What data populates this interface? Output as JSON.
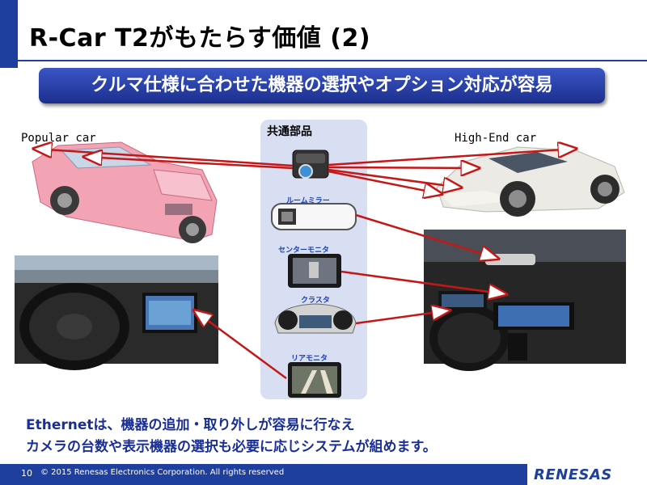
{
  "slide": {
    "title": "R-Car T2がもたらす価値 (2)",
    "banner": "クルマ仕様に合わせた機器の選択やオプション対応が容易",
    "labels": {
      "popular_car": "Popular car",
      "high_end_car": "High-End car",
      "common_parts": "共通部品"
    },
    "components": [
      {
        "label": ""
      },
      {
        "label": "ルームミラー"
      },
      {
        "label": "センターモニタ"
      },
      {
        "label": "クラスタ"
      },
      {
        "label": "リアモニタ"
      }
    ],
    "bottom_lines": [
      "Ethernetは、機器の追加・取り外しが容易に行なえ",
      "カメラの台数や表示機器の選択も必要に応じシステムが組めます。"
    ],
    "footer": {
      "page_number": "10",
      "copyright": "© 2015 Renesas Electronics Corporation. All rights reserved",
      "logo": "RENESAS"
    }
  },
  "colors": {
    "brand_blue": "#1f3f9e",
    "arrow_red": "#c41818",
    "panel": "#d9dff3"
  }
}
